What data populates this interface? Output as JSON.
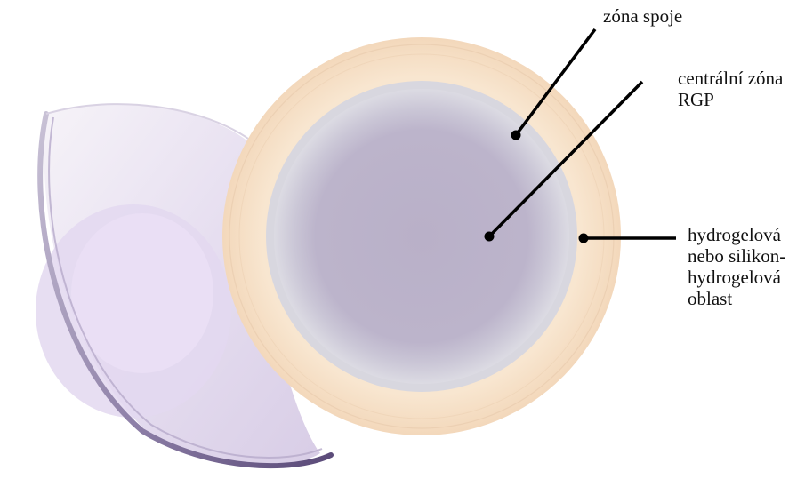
{
  "labels": {
    "zona_spoje": "zóna spoje",
    "centralni_zona_line1": "centrální zóna",
    "centralni_zona_line2": "RGP",
    "hydrogel_line1": "hydrogelová",
    "hydrogel_line2": "nebo silikon-",
    "hydrogel_line3": "hydrogelová",
    "hydrogel_line4": "oblast"
  },
  "colors": {
    "peach_ring": "#f7e3cb",
    "center_purple": "#bbb3ca",
    "junction_grey": "#d6d5de",
    "pointer_line": "#000000"
  }
}
